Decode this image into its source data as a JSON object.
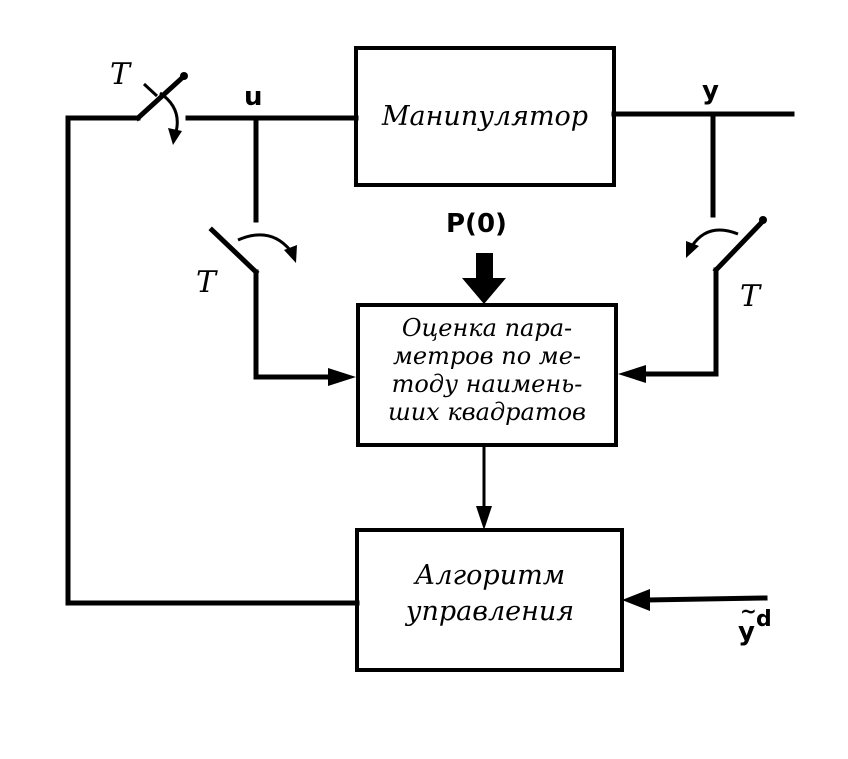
{
  "blocks": {
    "manipulator": {
      "label": "Манипулятор"
    },
    "estimator": {
      "lines": [
        "Оценка пара-",
        "метров по ме-",
        "тоду наимень-",
        "ших квадратов"
      ]
    },
    "controller": {
      "lines": [
        "Алгоритм",
        "управления"
      ]
    }
  },
  "signals": {
    "u": "u",
    "y": "y",
    "p0": "P(0)",
    "yd_base": "y",
    "yd_bar": "~",
    "yd_sup": "d"
  },
  "switches": {
    "top_left": "T",
    "mid_left": "T",
    "mid_right": "T"
  }
}
